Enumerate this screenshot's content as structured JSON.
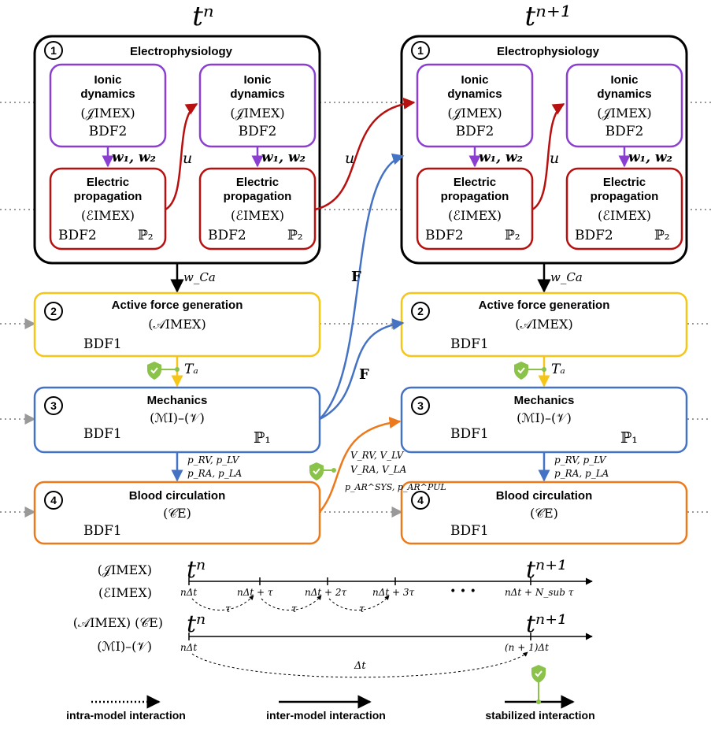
{
  "time_labels": {
    "t_n": "tⁿ",
    "t_n1": "tⁿ⁺¹"
  },
  "blocks": {
    "ep": {
      "num": "1",
      "title": "Electrophysiology"
    },
    "ionic": {
      "title1": "Ionic",
      "title2": "dynamics",
      "model": "(𝒥IMEX)",
      "scheme": "BDF2"
    },
    "elec": {
      "title1": "Electric",
      "title2": "propagation",
      "model": "(ℰIMEX)",
      "scheme": "BDF2",
      "space": "ℙ₂"
    },
    "force": {
      "num": "2",
      "title": "Active force generation",
      "model": "(𝒜IMEX)",
      "scheme": "BDF1"
    },
    "mech": {
      "num": "3",
      "title": "Mechanics",
      "model": "(ℳI)–(𝒱)",
      "scheme": "BDF1",
      "space": "ℙ₁"
    },
    "blood": {
      "num": "4",
      "title": "Blood circulation",
      "model": "(𝒞E)",
      "scheme": "BDF1"
    }
  },
  "couplings": {
    "w12": "w₁, w₂",
    "u": "u",
    "wca": "w_Ca",
    "ta": "Tₐ",
    "F": "F",
    "pressures1": "p_RV, p_LV",
    "pressures2": "p_RA, p_LA",
    "volumes1": "V_RV, V_LV",
    "volumes2": "V_RA, V_LA",
    "volumes3": "p_AR^SYS, p_AR^PUL"
  },
  "timeline": {
    "label_top1": "(𝒥IMEX)",
    "label_top2": "(ℰIMEX)",
    "label_bot1": "(𝒜IMEX) (𝒞E)",
    "label_bot2": "(ℳI)–(𝒱)",
    "tn": "tⁿ",
    "tn1": "tⁿ⁺¹",
    "ticks_top": [
      "nΔt",
      "nΔt + τ",
      "nΔt + 2τ",
      "nΔt + 3τ",
      "nΔt + N_sub τ"
    ],
    "tau": "τ",
    "dots": "• • •",
    "ticks_bot": [
      "nΔt",
      "(n + 1)Δt"
    ],
    "dt": "Δt"
  },
  "legend": {
    "intra": "intra-model interaction",
    "inter": "inter-model interaction",
    "stab": "stabilized interaction"
  },
  "colors": {
    "purple": "#8a3fd1",
    "red": "#b80f0f",
    "yellow": "#f5c518",
    "blue": "#4472c4",
    "orange": "#ec7a1c",
    "green": "#8bc34a",
    "gray": "#999999"
  }
}
